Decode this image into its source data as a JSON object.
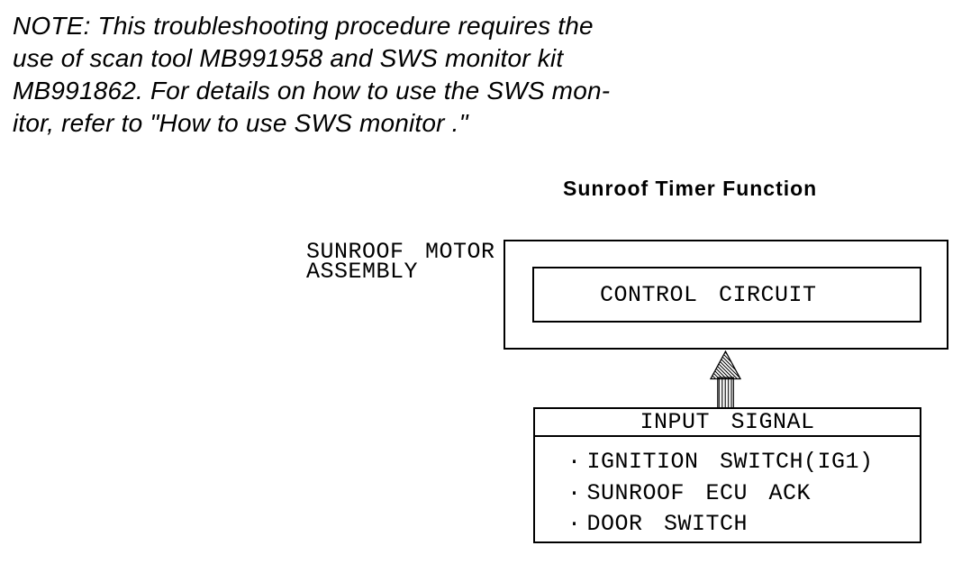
{
  "note": {
    "lines": [
      "NOTE: This troubleshooting procedure requires the",
      "use of scan tool MB991958 and SWS monitor kit",
      "MB991862. For details on how to use the SWS mon-",
      "itor, refer to \"How to use SWS monitor .\""
    ]
  },
  "diagram": {
    "title": "Sunroof Timer Function",
    "motor_assembly": {
      "label_lines": [
        "SUNROOF MOTOR",
        "ASSEMBLY"
      ]
    },
    "control_box": {
      "label": "CONTROL CIRCUIT"
    },
    "arrow_icon": "hatched-up-arrow",
    "input_box": {
      "header": "INPUT SIGNAL",
      "bullet": "·",
      "items": [
        "IGNITION SWITCH(IG1)",
        "SUNROOF ECU ACK",
        "DOOR SWITCH"
      ]
    }
  },
  "colors": {
    "ink": "#000000",
    "paper": "#ffffff"
  }
}
